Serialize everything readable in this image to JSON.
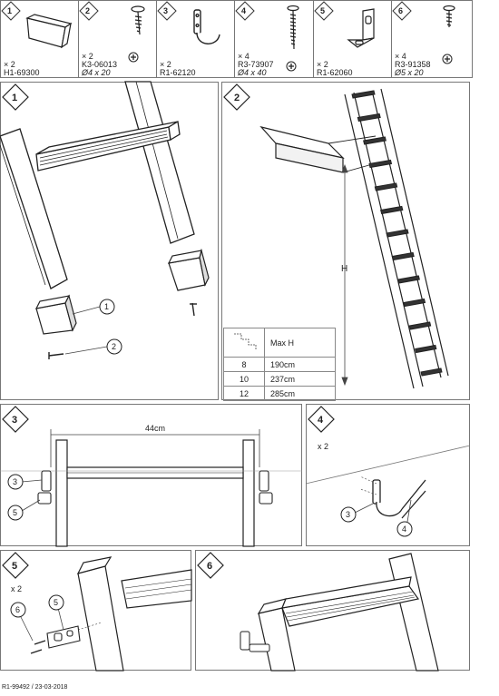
{
  "parts": [
    {
      "num": "1",
      "qty": "× 2",
      "code": "H1-69300",
      "size": "",
      "icon": "end-cap-icon"
    },
    {
      "num": "2",
      "qty": "× 2",
      "code": "K3-06013",
      "size": "Ø4 x 20",
      "icon": "screw-icon"
    },
    {
      "num": "3",
      "qty": "× 2",
      "code": "R1-62120",
      "size": "",
      "icon": "hook-bracket-icon"
    },
    {
      "num": "4",
      "qty": "× 4",
      "code": "R3-73907",
      "size": "Ø4 x 40",
      "icon": "long-screw-icon"
    },
    {
      "num": "5",
      "qty": "× 2",
      "code": "R1-62060",
      "size": "",
      "icon": "angle-bracket-icon"
    },
    {
      "num": "6",
      "qty": "× 4",
      "code": "R3-91358",
      "size": "Ø5 x 20",
      "icon": "short-screw-icon"
    }
  ],
  "steps": {
    "s1": {
      "num": "1",
      "callouts": [
        "1",
        "2"
      ]
    },
    "s2": {
      "num": "2",
      "height_label": "H",
      "table": {
        "header": "Max H",
        "rows": [
          [
            "8",
            "190cm"
          ],
          [
            "10",
            "237cm"
          ],
          [
            "12",
            "285cm"
          ]
        ]
      }
    },
    "s3": {
      "num": "3",
      "width_label": "44cm",
      "callouts": [
        "3",
        "5"
      ]
    },
    "s4": {
      "num": "4",
      "qty": "x 2",
      "callouts": [
        "3",
        "4"
      ]
    },
    "s5": {
      "num": "5",
      "qty": "x 2",
      "callouts": [
        "6",
        "5"
      ]
    },
    "s6": {
      "num": "6"
    }
  },
  "footer": "R1-99492 / 23-03-2018"
}
